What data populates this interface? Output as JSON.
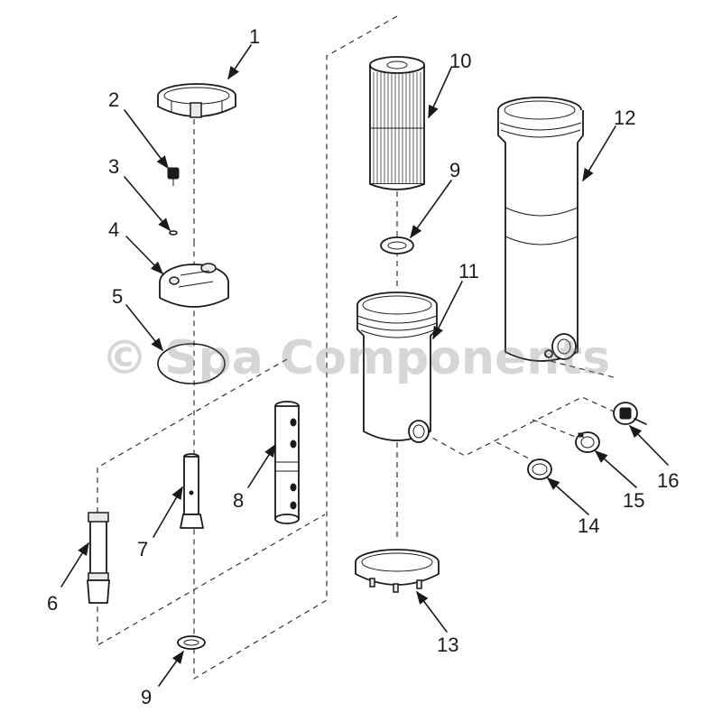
{
  "watermark": "© Spa Components",
  "colors": {
    "line": "#1a1a1a",
    "watermark": "#b8b8b8",
    "background": "#ffffff"
  },
  "callouts": [
    {
      "id": "p1",
      "label": "1"
    },
    {
      "id": "p2",
      "label": "2"
    },
    {
      "id": "p3",
      "label": "3"
    },
    {
      "id": "p4",
      "label": "4"
    },
    {
      "id": "p5",
      "label": "5"
    },
    {
      "id": "p6",
      "label": "6"
    },
    {
      "id": "p7",
      "label": "7"
    },
    {
      "id": "p8",
      "label": "8"
    },
    {
      "id": "p9a",
      "label": "9"
    },
    {
      "id": "p9b",
      "label": "9"
    },
    {
      "id": "p10",
      "label": "10"
    },
    {
      "id": "p11",
      "label": "11"
    },
    {
      "id": "p12",
      "label": "12"
    },
    {
      "id": "p13",
      "label": "13"
    },
    {
      "id": "p14",
      "label": "14"
    },
    {
      "id": "p15",
      "label": "15"
    },
    {
      "id": "p16",
      "label": "16"
    }
  ]
}
